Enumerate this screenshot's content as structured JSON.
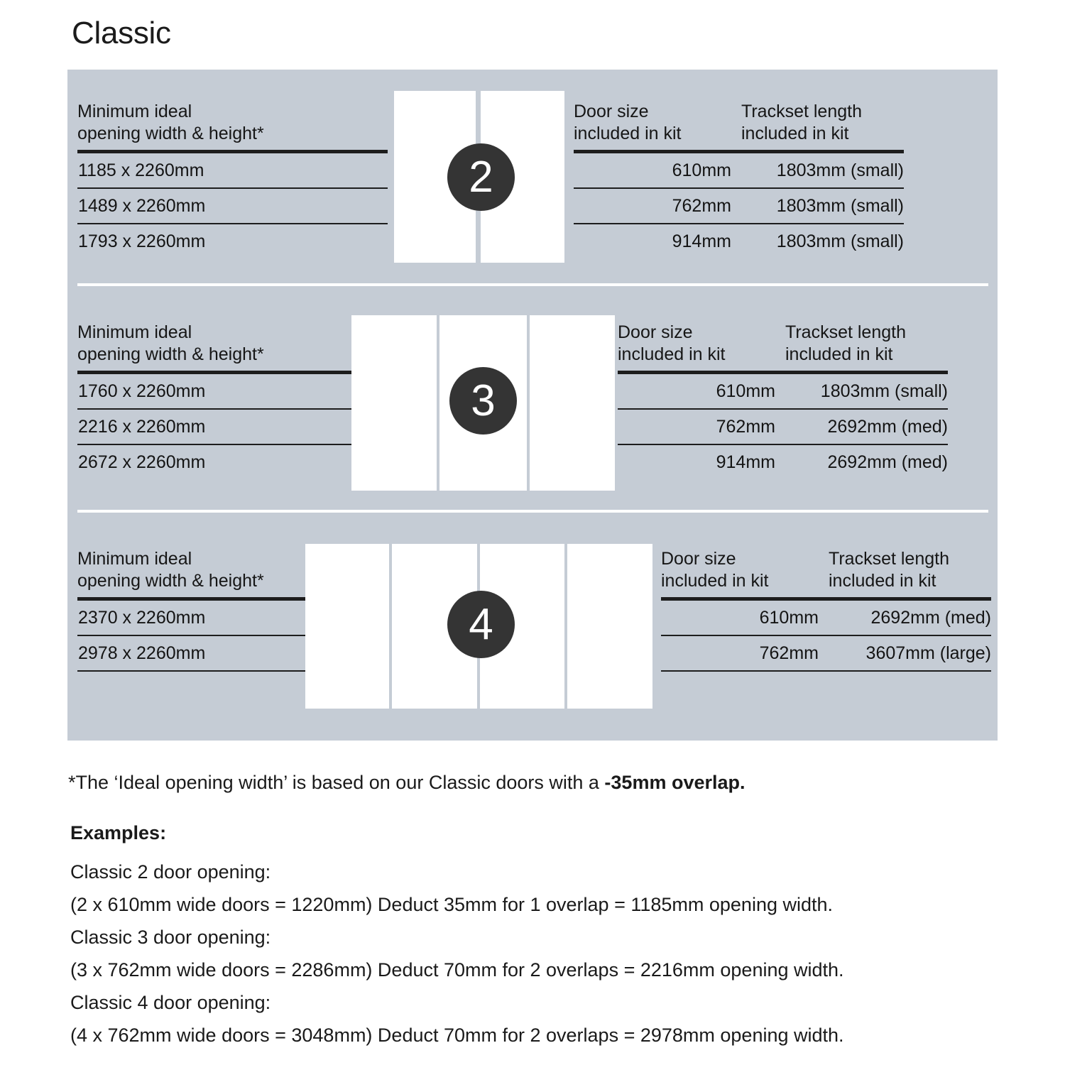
{
  "title": "Classic",
  "colors": {
    "panel_bg": "#c5ccd5",
    "badge_bg": "#343434",
    "door_fill": "#ffffff",
    "rule": "#1d1d1d",
    "text": "#1a1a1a"
  },
  "sections": [
    {
      "badge": "2",
      "door_count": 2,
      "headers": {
        "opening": "Minimum ideal\nopening width & height*",
        "door_size": "Door size\nincluded in kit",
        "trackset": "Trackset length\nincluded in kit"
      },
      "rows": [
        {
          "opening": "1185 x 2260mm",
          "door_size": "610mm",
          "trackset": "1803mm (small)"
        },
        {
          "opening": "1489 x 2260mm",
          "door_size": "762mm",
          "trackset": "1803mm (small)"
        },
        {
          "opening": "1793 x 2260mm",
          "door_size": "914mm",
          "trackset": "1803mm (small)"
        }
      ]
    },
    {
      "badge": "3",
      "door_count": 3,
      "headers": {
        "opening": "Minimum ideal\nopening width & height*",
        "door_size": "Door size\nincluded in kit",
        "trackset": "Trackset length\nincluded in kit"
      },
      "rows": [
        {
          "opening": "1760 x 2260mm",
          "door_size": "610mm",
          "trackset": "1803mm (small)"
        },
        {
          "opening": "2216 x 2260mm",
          "door_size": "762mm",
          "trackset": "2692mm (med)"
        },
        {
          "opening": "2672 x 2260mm",
          "door_size": "914mm",
          "trackset": "2692mm (med)"
        }
      ]
    },
    {
      "badge": "4",
      "door_count": 4,
      "headers": {
        "opening": "Minimum ideal\nopening width & height*",
        "door_size": "Door size\nincluded in kit",
        "trackset": "Trackset length\nincluded in kit"
      },
      "rows": [
        {
          "opening": "2370 x 2260mm",
          "door_size": "610mm",
          "trackset": "2692mm (med)"
        },
        {
          "opening": "2978 x 2260mm",
          "door_size": "762mm",
          "trackset": "3607mm (large)"
        }
      ]
    }
  ],
  "footnote": {
    "prefix": "*The ‘Ideal opening width’ is based on our Classic doors with a ",
    "bold": "-35mm overlap."
  },
  "examples": {
    "heading": "Examples:",
    "lines": [
      "Classic 2 door opening:",
      "(2 x 610mm wide doors = 1220mm)  Deduct 35mm for 1 overlap = 1185mm opening width.",
      "Classic 3 door opening:",
      "(3 x 762mm wide doors = 2286mm)  Deduct 70mm for 2 overlaps = 2216mm opening width.",
      "Classic 4 door opening:",
      "(4 x 762mm wide doors = 3048mm)  Deduct 70mm for 2 overlaps = 2978mm opening width."
    ]
  }
}
